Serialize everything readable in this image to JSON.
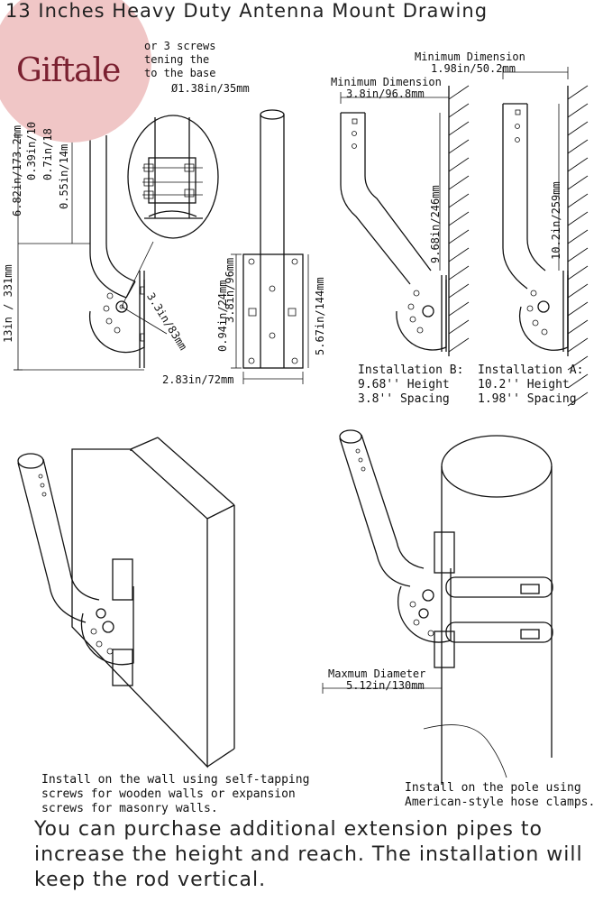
{
  "title": "13 Inches Heavy Duty Antenna Mount Drawing",
  "logo": {
    "text": "Giftale",
    "color": "#7a2030",
    "bg": "#f0c6c6"
  },
  "top_left": {
    "note_lines": [
      "or 3 screws",
      "tening the",
      "to the base"
    ],
    "dims": {
      "pipe_diameter": "Ø1.38in/35mm",
      "total_height": "13in / 331mm",
      "d1": "6.82in/173.2mm",
      "d2": "0.39in/10",
      "d3": "0.7in/18",
      "d4": "0.55in/14m",
      "radius": "3.3in/83mm"
    }
  },
  "front_view": {
    "dims": {
      "height_96": "3.8in/96mm",
      "height_24": "0.94in/24mm",
      "height_144": "5.67in/144mm",
      "width_72": "2.83in/72mm"
    }
  },
  "install_b": {
    "min_dim_label": "Minimum Dimension",
    "min_dim_value": "3.8in/96.8mm",
    "height_dim": "9.68in/246mm",
    "caption": [
      "Installation B:",
      "9.68'' Height",
      "3.8'' Spacing"
    ]
  },
  "install_a": {
    "min_dim_label": "Minimum Dimension",
    "min_dim_value": "1.98in/50.2mm",
    "height_dim": "10.2in/259mm",
    "caption": [
      "Installation A:",
      "10.2'' Height",
      "1.98'' Spacing"
    ]
  },
  "wall": {
    "caption": [
      "Install on the wall using self-tapping",
      "screws for wooden walls or expansion",
      "screws for masonry walls."
    ]
  },
  "pole": {
    "max_label": "Maxmum Diameter",
    "max_value": "5.12in/130mm",
    "caption": [
      "Install on the pole using",
      "American-style hose clamps."
    ]
  },
  "footer": "You can purchase additional extension pipes to increase the height and reach. The installation will keep the rod vertical."
}
